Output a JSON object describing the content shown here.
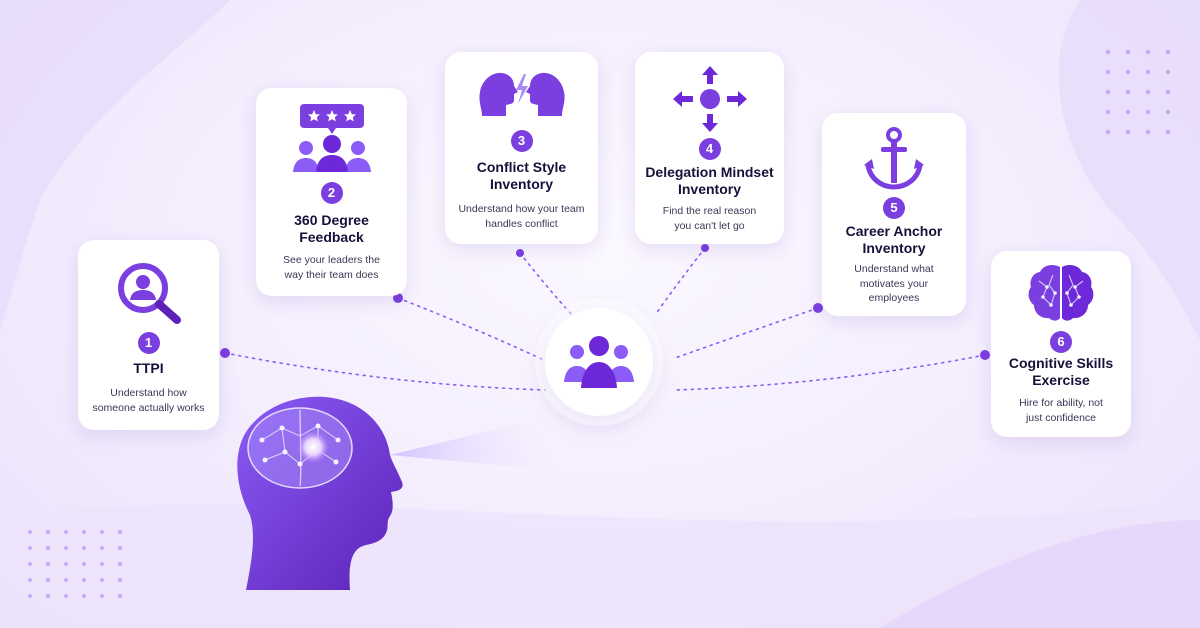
{
  "colors": {
    "primary": "#7b3fe0",
    "primary_dark": "#5b21b6",
    "primary_light": "#a78bfa",
    "title": "#141238",
    "body": "#3a3856"
  },
  "center": {
    "icon": "team-icon"
  },
  "cards": [
    {
      "number": "1",
      "title": "TTPI",
      "description": "Understand how someone actually works",
      "icon": "search-person-icon"
    },
    {
      "number": "2",
      "title": "360 Degree Feedback",
      "description": "See your leaders the way their team does",
      "icon": "feedback-stars-icon"
    },
    {
      "number": "3",
      "title": "Conflict Style Inventory",
      "description": "Understand how your team handles conflict",
      "icon": "conflict-heads-icon"
    },
    {
      "number": "4",
      "title": "Delegation Mindset Inventory",
      "description": "Find the real reason you can't let go",
      "icon": "delegation-arrows-icon"
    },
    {
      "number": "5",
      "title": "Career Anchor Inventory",
      "description": "Understand what motivates your employees",
      "icon": "anchor-icon"
    },
    {
      "number": "6",
      "title": "Cognitive Skills Exercise",
      "description": "Hire for ability, not just confidence",
      "icon": "brain-icon"
    }
  ]
}
